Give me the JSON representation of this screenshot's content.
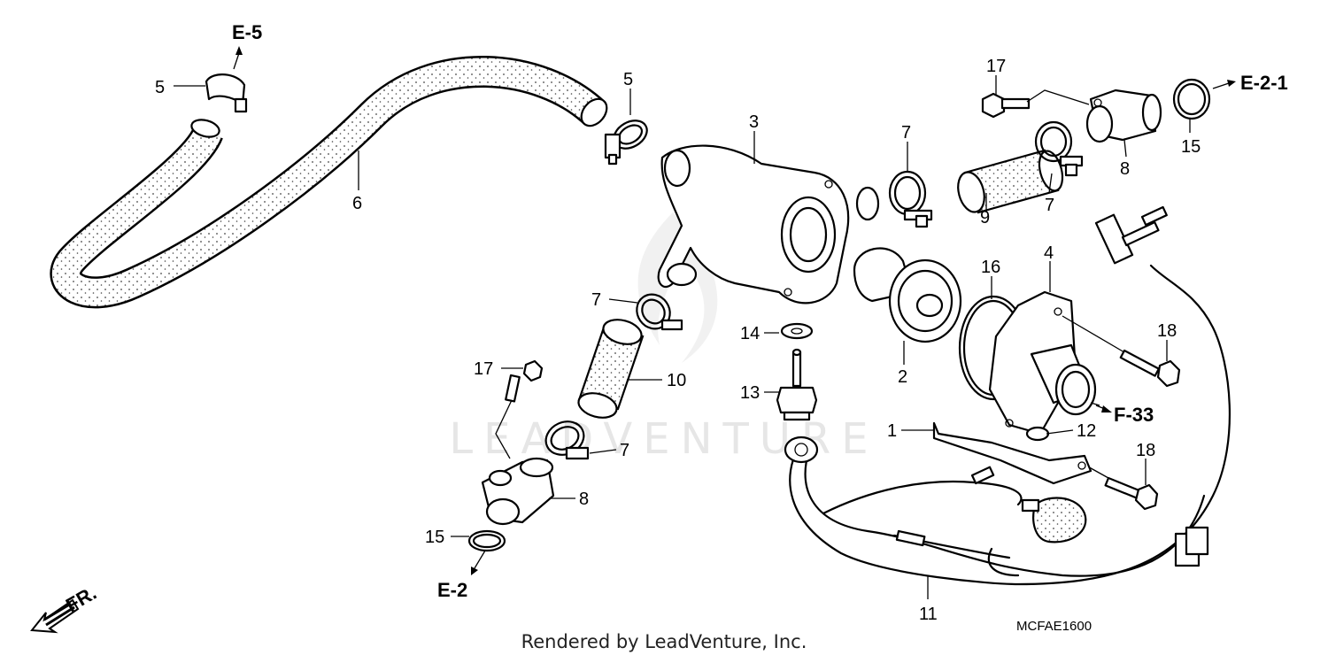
{
  "watermark": "LEADVENTURE",
  "callouts": {
    "c1": "1",
    "c2": "2",
    "c3": "3",
    "c4": "4",
    "c5a": "5",
    "c5b": "5",
    "c6": "6",
    "c7a": "7",
    "c7b": "7",
    "c7c": "7",
    "c7d": "7",
    "c8a": "8",
    "c8b": "8",
    "c9": "9",
    "c10": "10",
    "c11": "11",
    "c12": "12",
    "c13": "13",
    "c14": "14",
    "c15a": "15",
    "c15b": "15",
    "c16": "16",
    "c17a": "17",
    "c17b": "17",
    "c18a": "18",
    "c18b": "18"
  },
  "references": {
    "e5": "E-5",
    "e21": "E-2-1",
    "e2": "E-2",
    "f33": "F-33",
    "fr": "FR."
  },
  "diagram_code": "MCFAE1600",
  "credit": "Rendered by LeadVenture, Inc.",
  "hose_color": "#f4f4f4"
}
